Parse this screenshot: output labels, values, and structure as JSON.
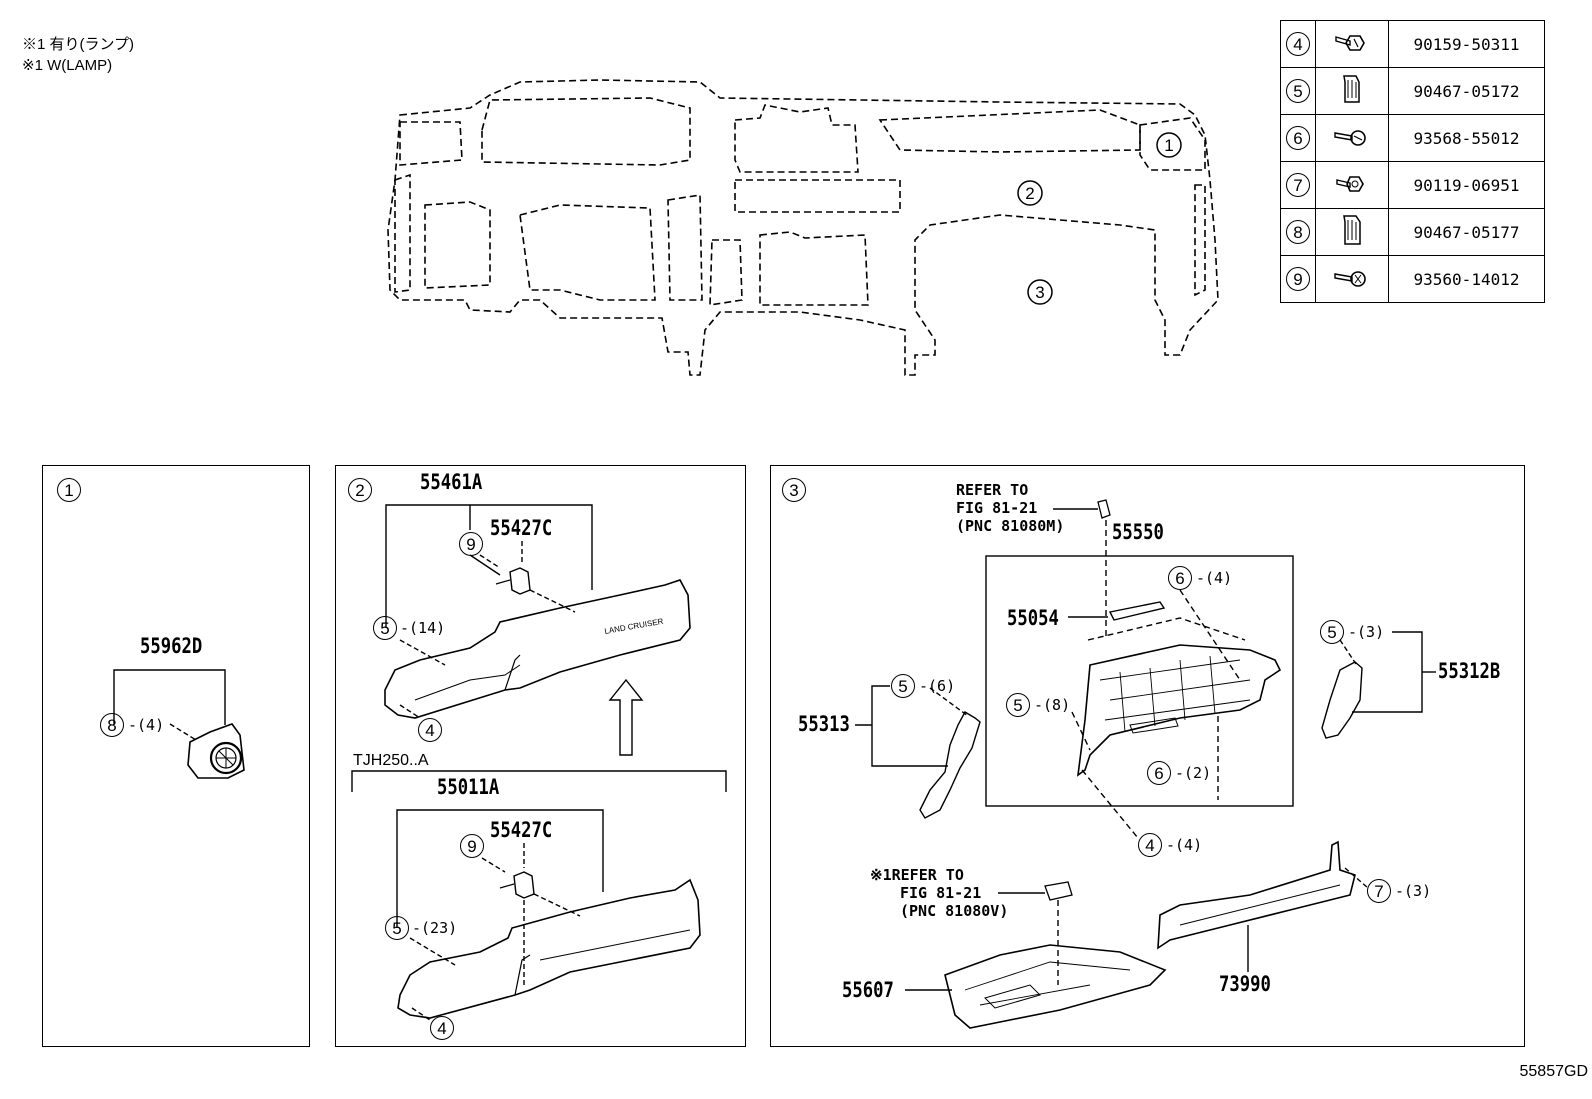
{
  "notes": [
    "※1 有り(ランプ)",
    "※1 W(LAMP)"
  ],
  "parts_table": [
    {
      "ref": "4",
      "icon": "screw-icon",
      "part_no": "90159-50311"
    },
    {
      "ref": "5",
      "icon": "clip-icon",
      "part_no": "90467-05172"
    },
    {
      "ref": "6",
      "icon": "screw-icon",
      "part_no": "93568-55012"
    },
    {
      "ref": "7",
      "icon": "bolt-icon",
      "part_no": "90119-06951"
    },
    {
      "ref": "8",
      "icon": "clip-icon",
      "part_no": "90467-05177"
    },
    {
      "ref": "9",
      "icon": "screw-icon",
      "part_no": "93560-14012"
    }
  ],
  "overview": {
    "callout_1": "1",
    "callout_2": "2",
    "callout_3": "3"
  },
  "panel1": {
    "id": "1",
    "part": "55962D",
    "fastener_ref": "8",
    "fastener_count": "-(4)"
  },
  "panel2": {
    "id": "2",
    "upper": {
      "part": "55461A",
      "sub_part": "55427C",
      "ref_9": "9",
      "ref_5": "5",
      "count_5": "-(14)",
      "ref_4": "4",
      "emblem": "LAND CRUISER"
    },
    "variant_label": "TJH250..A",
    "lower": {
      "part": "55011A",
      "sub_part": "55427C",
      "ref_9": "9",
      "ref_5": "5",
      "count_5": "-(23)",
      "ref_4": "4"
    }
  },
  "panel3": {
    "id": "3",
    "refer_a": [
      "REFER TO",
      "FIG 81-21",
      "(PNC 81080M)"
    ],
    "refer_b": [
      "※1REFER TO",
      "FIG 81-21",
      "(PNC 81080V)"
    ],
    "parts": {
      "p55550": "55550",
      "p55054": "55054",
      "p55313": "55313",
      "p55312B": "55312B",
      "p55607": "55607",
      "p73990": "73990"
    },
    "callouts": {
      "r6a": "6",
      "c6a": "-(4)",
      "r5a": "5",
      "c5a": "-(8)",
      "r6b": "6",
      "c6b": "-(2)",
      "r4": "4",
      "c4": "-(4)",
      "r5b": "5",
      "c5b": "-(6)",
      "r5c": "5",
      "c5c": "-(3)",
      "r7": "7",
      "c7": "-(3)"
    }
  },
  "figure_id": "55857GD"
}
